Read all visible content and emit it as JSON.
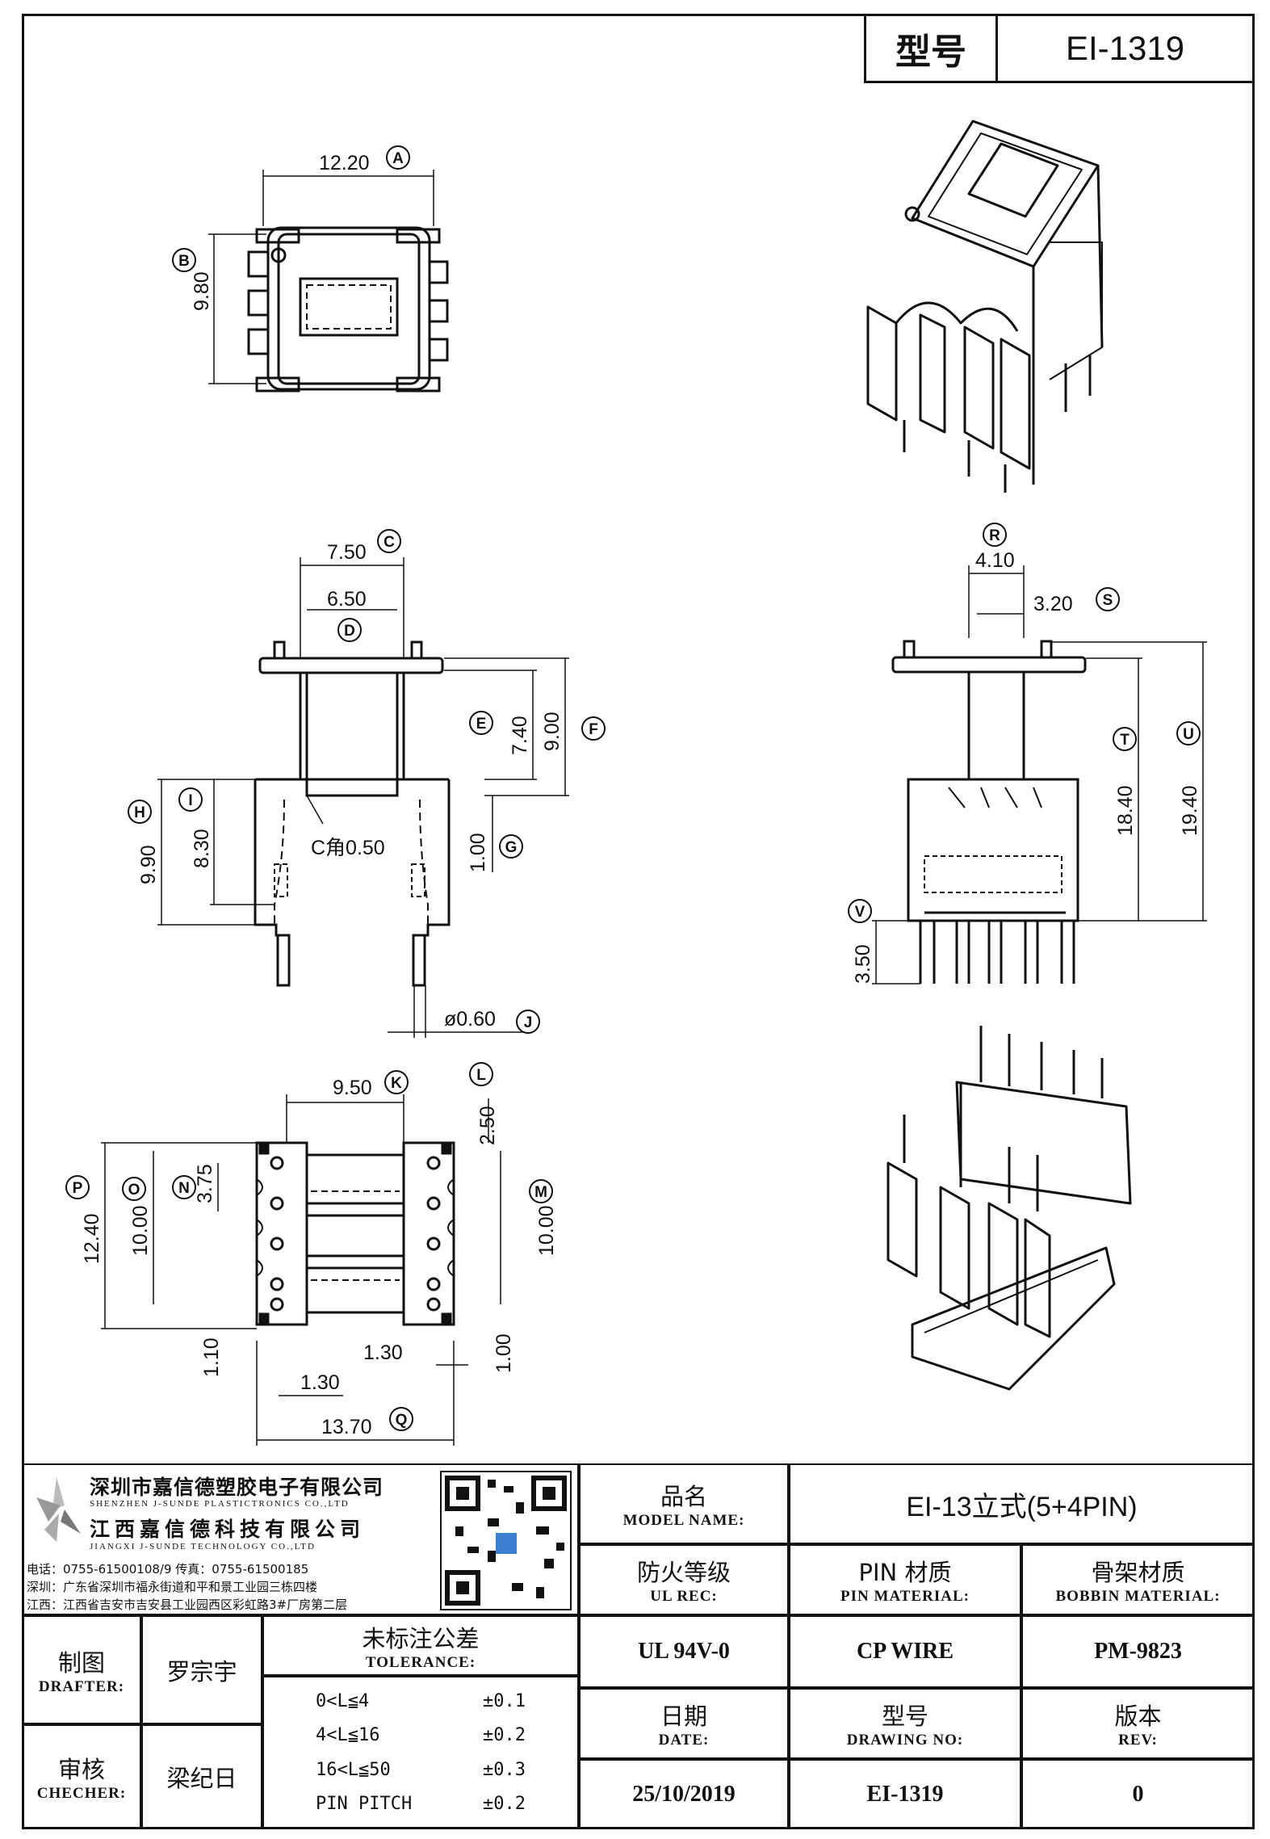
{
  "header": {
    "model_label": "型号",
    "model_value": "EI-1319"
  },
  "dimensions": {
    "A": "12.20",
    "B": "9.80",
    "C": "7.50",
    "D": "6.50",
    "E": "7.40",
    "F": "9.00",
    "G": "1.00",
    "H": "9.90",
    "I": "8.30",
    "J": "ø0.60",
    "chamfer": "C角0.50",
    "K": "9.50",
    "L": "2.50",
    "M": "10.00",
    "N": "3.75",
    "O": "10.00",
    "P": "12.40",
    "Q": "13.70",
    "R": "4.10",
    "S": "3.20",
    "T": "18.40",
    "U": "19.40",
    "V": "3.50",
    "d110": "1.10",
    "d130a": "1.30",
    "d130b": "1.30",
    "d100": "1.00"
  },
  "tags": [
    "A",
    "B",
    "C",
    "D",
    "E",
    "F",
    "G",
    "H",
    "I",
    "J",
    "K",
    "L",
    "M",
    "N",
    "O",
    "P",
    "Q",
    "R",
    "S",
    "T",
    "U",
    "V"
  ],
  "company": {
    "name_cn_1": "深圳市嘉信德塑胶电子有限公司",
    "name_en_1": "SHENZHEN J-SUNDE PLASTICTRONICS CO.,LTD",
    "name_cn_2": "江西嘉信德科技有限公司",
    "name_en_2": "JIANGXI J-SUNDE TECHNOLOGY CO.,LTD",
    "phone": "电话：0755-61500108/9          传真：0755-61500185",
    "addr_sz": "深圳：广东省深圳市福永街道和平和景工业园三栋四楼",
    "addr_jx": "江西：江西省吉安市吉安县工业园西区彩虹路3#厂房第二层"
  },
  "title_block": {
    "model_name_cn": "品名",
    "model_name_en": "MODEL NAME:",
    "model_name_value": "EI-13立式(5+4PIN)",
    "ul_cn": "防火等级",
    "ul_en": "UL REC:",
    "ul_value": "UL 94V-0",
    "pin_cn": "PIN 材质",
    "pin_en": "PIN MATERIAL:",
    "pin_value": "CP WIRE",
    "bobbin_cn": "骨架材质",
    "bobbin_en": "BOBBIN MATERIAL:",
    "bobbin_value": "PM-9823",
    "date_cn": "日期",
    "date_en": "DATE:",
    "date_value": "25/10/2019",
    "drawing_cn": "型号",
    "drawing_en": "DRAWING NO:",
    "drawing_value": "EI-1319",
    "rev_cn": "版本",
    "rev_en": "REV:",
    "rev_value": "0",
    "drafter_cn": "制图",
    "drafter_en": "DRAFTER:",
    "drafter_value": "罗宗宇",
    "checker_cn": "审核",
    "checker_en": "CHECHER:",
    "checker_value": "梁纪日",
    "tolerance_cn": "未标注公差",
    "tolerance_en": "TOLERANCE:",
    "tolerances": [
      {
        "range": "0<L≦4",
        "value": "±0.1"
      },
      {
        "range": "4<L≦16",
        "value": "±0.2"
      },
      {
        "range": "16<L≦50",
        "value": "±0.3"
      },
      {
        "range": "PIN PITCH",
        "value": "±0.2"
      }
    ]
  }
}
